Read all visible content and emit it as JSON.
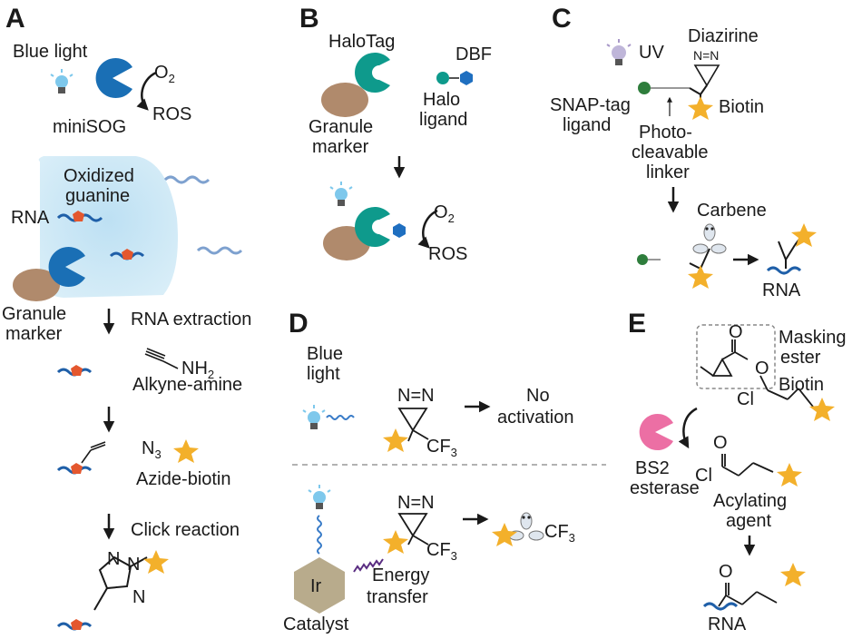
{
  "panels": {
    "A": {
      "letter": "A",
      "light": "Blue light",
      "o2": "O",
      "o2_sub": "2",
      "ros": "ROS",
      "protein": "miniSOG",
      "oxidized": "Oxidized",
      "guanine": "guanine",
      "rna": "RNA",
      "granule_1": "Granule",
      "granule_2": "marker",
      "step_extraction": "RNA extraction",
      "nh": "NH",
      "nh_sub": "2",
      "alkyne_amine": "Alkyne-amine",
      "n3": "N",
      "n3_sub": "3",
      "azide_biotin": "Azide-biotin",
      "step_click": "Click reaction",
      "triazole_n": "N"
    },
    "B": {
      "letter": "B",
      "halotag": "HaloTag",
      "dbf": "DBF",
      "halo_1": "Halo",
      "halo_2": "ligand",
      "granule_1": "Granule",
      "granule_2": "marker",
      "o2": "O",
      "o2_sub": "2",
      "ros": "ROS"
    },
    "C": {
      "letter": "C",
      "uv": "UV",
      "diazirine": "Diazirine",
      "nn": "N=N",
      "snap_1": "SNAP-tag",
      "snap_2": "ligand",
      "biotin": "Biotin",
      "photo_1": "Photo-",
      "photo_2": "cleavable",
      "photo_3": "linker",
      "carbene": "Carbene",
      "rna": "RNA"
    },
    "D": {
      "letter": "D",
      "blue_1": "Blue",
      "blue_2": "light",
      "nn": "N=N",
      "cf3": "CF",
      "cf3_sub": "3",
      "no_1": "No",
      "no_2": "activation",
      "ir": "Ir",
      "catalyst": "Catalyst",
      "energy_1": "Energy",
      "energy_2": "transfer"
    },
    "E": {
      "letter": "E",
      "masking_1": "Masking",
      "masking_2": "ester",
      "o": "O",
      "cl": "Cl",
      "biotin": "Biotin",
      "bs2_1": "BS2",
      "bs2_2": "esterase",
      "acyl_1": "Acylating",
      "acyl_2": "agent",
      "rna": "RNA"
    }
  },
  "colors": {
    "text": "#1a1a1a",
    "mini_sog": "#1a6fb5",
    "halo_tag": "#0e9a8c",
    "granule": "#b08a6c",
    "rna": "#1f5fa8",
    "guanine": "#e4572e",
    "biotin_star": "#f3b02b",
    "dbf_hex": "#1f6fc0",
    "snap_dot": "#2e7d3c",
    "bs2": "#ec6fa4",
    "ir_hex": "#b8ab8c",
    "region": "#cfe7f4",
    "bulb_blue": "#7ec8ec",
    "bulb_uv": "#bfb6d9",
    "wave_light": "#7ea1cf",
    "energy_wave": "#5a2d82"
  }
}
